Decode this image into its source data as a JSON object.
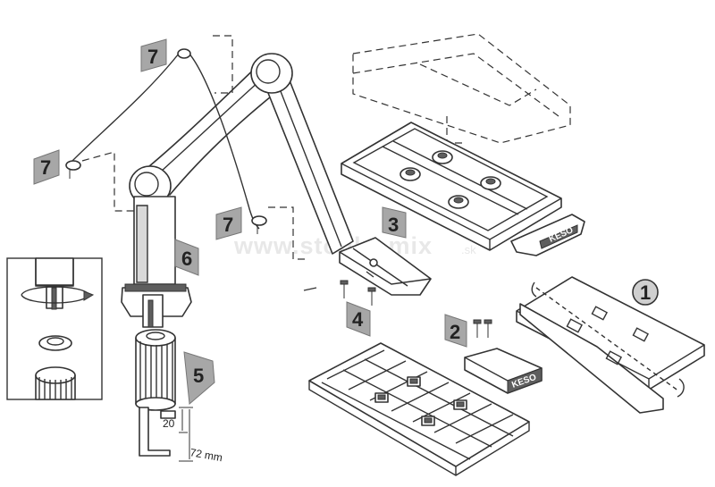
{
  "watermark": {
    "main": "www.stoliky.mix",
    "suffix": ".sk"
  },
  "step_labels": {
    "s1": "1",
    "s2": "2",
    "s3": "3",
    "s4": "4",
    "s5": "5",
    "s6": "6",
    "s7": "7"
  },
  "dimensions": {
    "small": "20",
    "large": "72 mm"
  },
  "brand_marks": {
    "top_tray": "KESO",
    "mouse_pad": "KESO"
  },
  "colors": {
    "line": "#333333",
    "tag_fill": "#a7a7a7",
    "background": "#ffffff"
  }
}
